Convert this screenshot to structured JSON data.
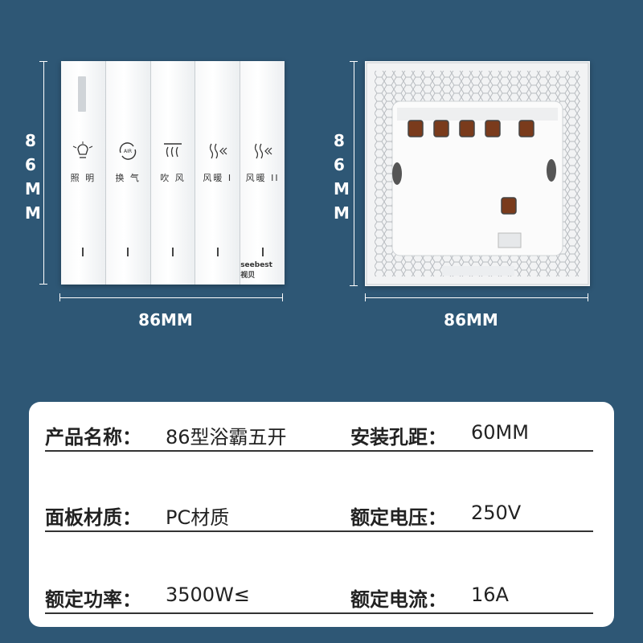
{
  "dimensions": {
    "front_height": "86MM",
    "front_width": "86MM",
    "back_height": "86MM",
    "back_width": "86MM"
  },
  "front_panel": {
    "keys": [
      {
        "label": "照 明",
        "icon": "light-bulb-icon"
      },
      {
        "label": "换 气",
        "icon": "air-exchange-icon"
      },
      {
        "label": "吹 风",
        "icon": "blow-icon"
      },
      {
        "label": "风暖 I",
        "icon": "heat-wave-icon"
      },
      {
        "label": "风暖 II",
        "icon": "heat-wave-icon"
      }
    ],
    "brand": "seebest 视贝"
  },
  "specs": [
    {
      "key": "产品名称：",
      "value": "86型浴霸五开",
      "key2": "安装孔距：",
      "value2": "60MM"
    },
    {
      "key": "面板材质：",
      "value": "PC材质",
      "key2": "额定电压：",
      "value2": "250V"
    },
    {
      "key": "额定功率：",
      "value": "3500W≤",
      "key2": "额定电流：",
      "value2": "16A"
    }
  ]
}
